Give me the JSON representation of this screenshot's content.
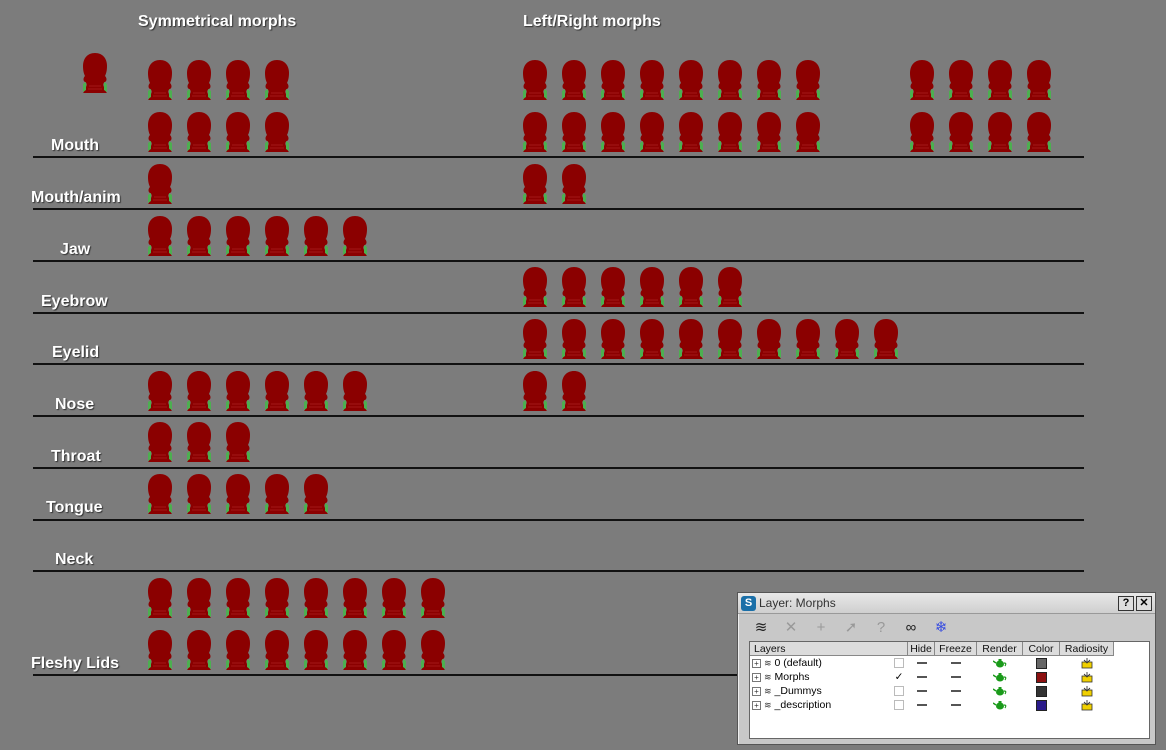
{
  "headings": {
    "symmetrical": "Symmetrical morphs",
    "left_right": "Left/Right morphs"
  },
  "rows": [
    {
      "label": "Mouth"
    },
    {
      "label": "Mouth/anim"
    },
    {
      "label": "Jaw"
    },
    {
      "label": "Eyebrow"
    },
    {
      "label": "Eyelid"
    },
    {
      "label": "Nose"
    },
    {
      "label": "Throat"
    },
    {
      "label": "Tongue"
    },
    {
      "label": "Neck"
    },
    {
      "label": "Fleshy Lids"
    }
  ],
  "colors": {
    "head": "#8b0000",
    "head_accent": "#4caf50",
    "background": "#7c7c7c"
  },
  "layer_dialog": {
    "title": "Layer: Morphs",
    "help_button": "?",
    "close_button": "✕",
    "toolbar_icons": [
      "add-layer-icon",
      "delete-icon",
      "add-selection-icon",
      "select-icon",
      "help-icon",
      "hide-toggle-icon",
      "freeze-toggle-icon"
    ],
    "columns": [
      "Layers",
      "Hide",
      "Freeze",
      "Render",
      "Color",
      "Radiosity"
    ],
    "layers": [
      {
        "name": "0 (default)",
        "current": false,
        "color": "#666666"
      },
      {
        "name": "Morphs",
        "current": true,
        "color": "#8b1010"
      },
      {
        "name": "_Dummys",
        "current": false,
        "color": "#333333"
      },
      {
        "name": "_description",
        "current": false,
        "color": "#2a1a8a"
      }
    ]
  }
}
